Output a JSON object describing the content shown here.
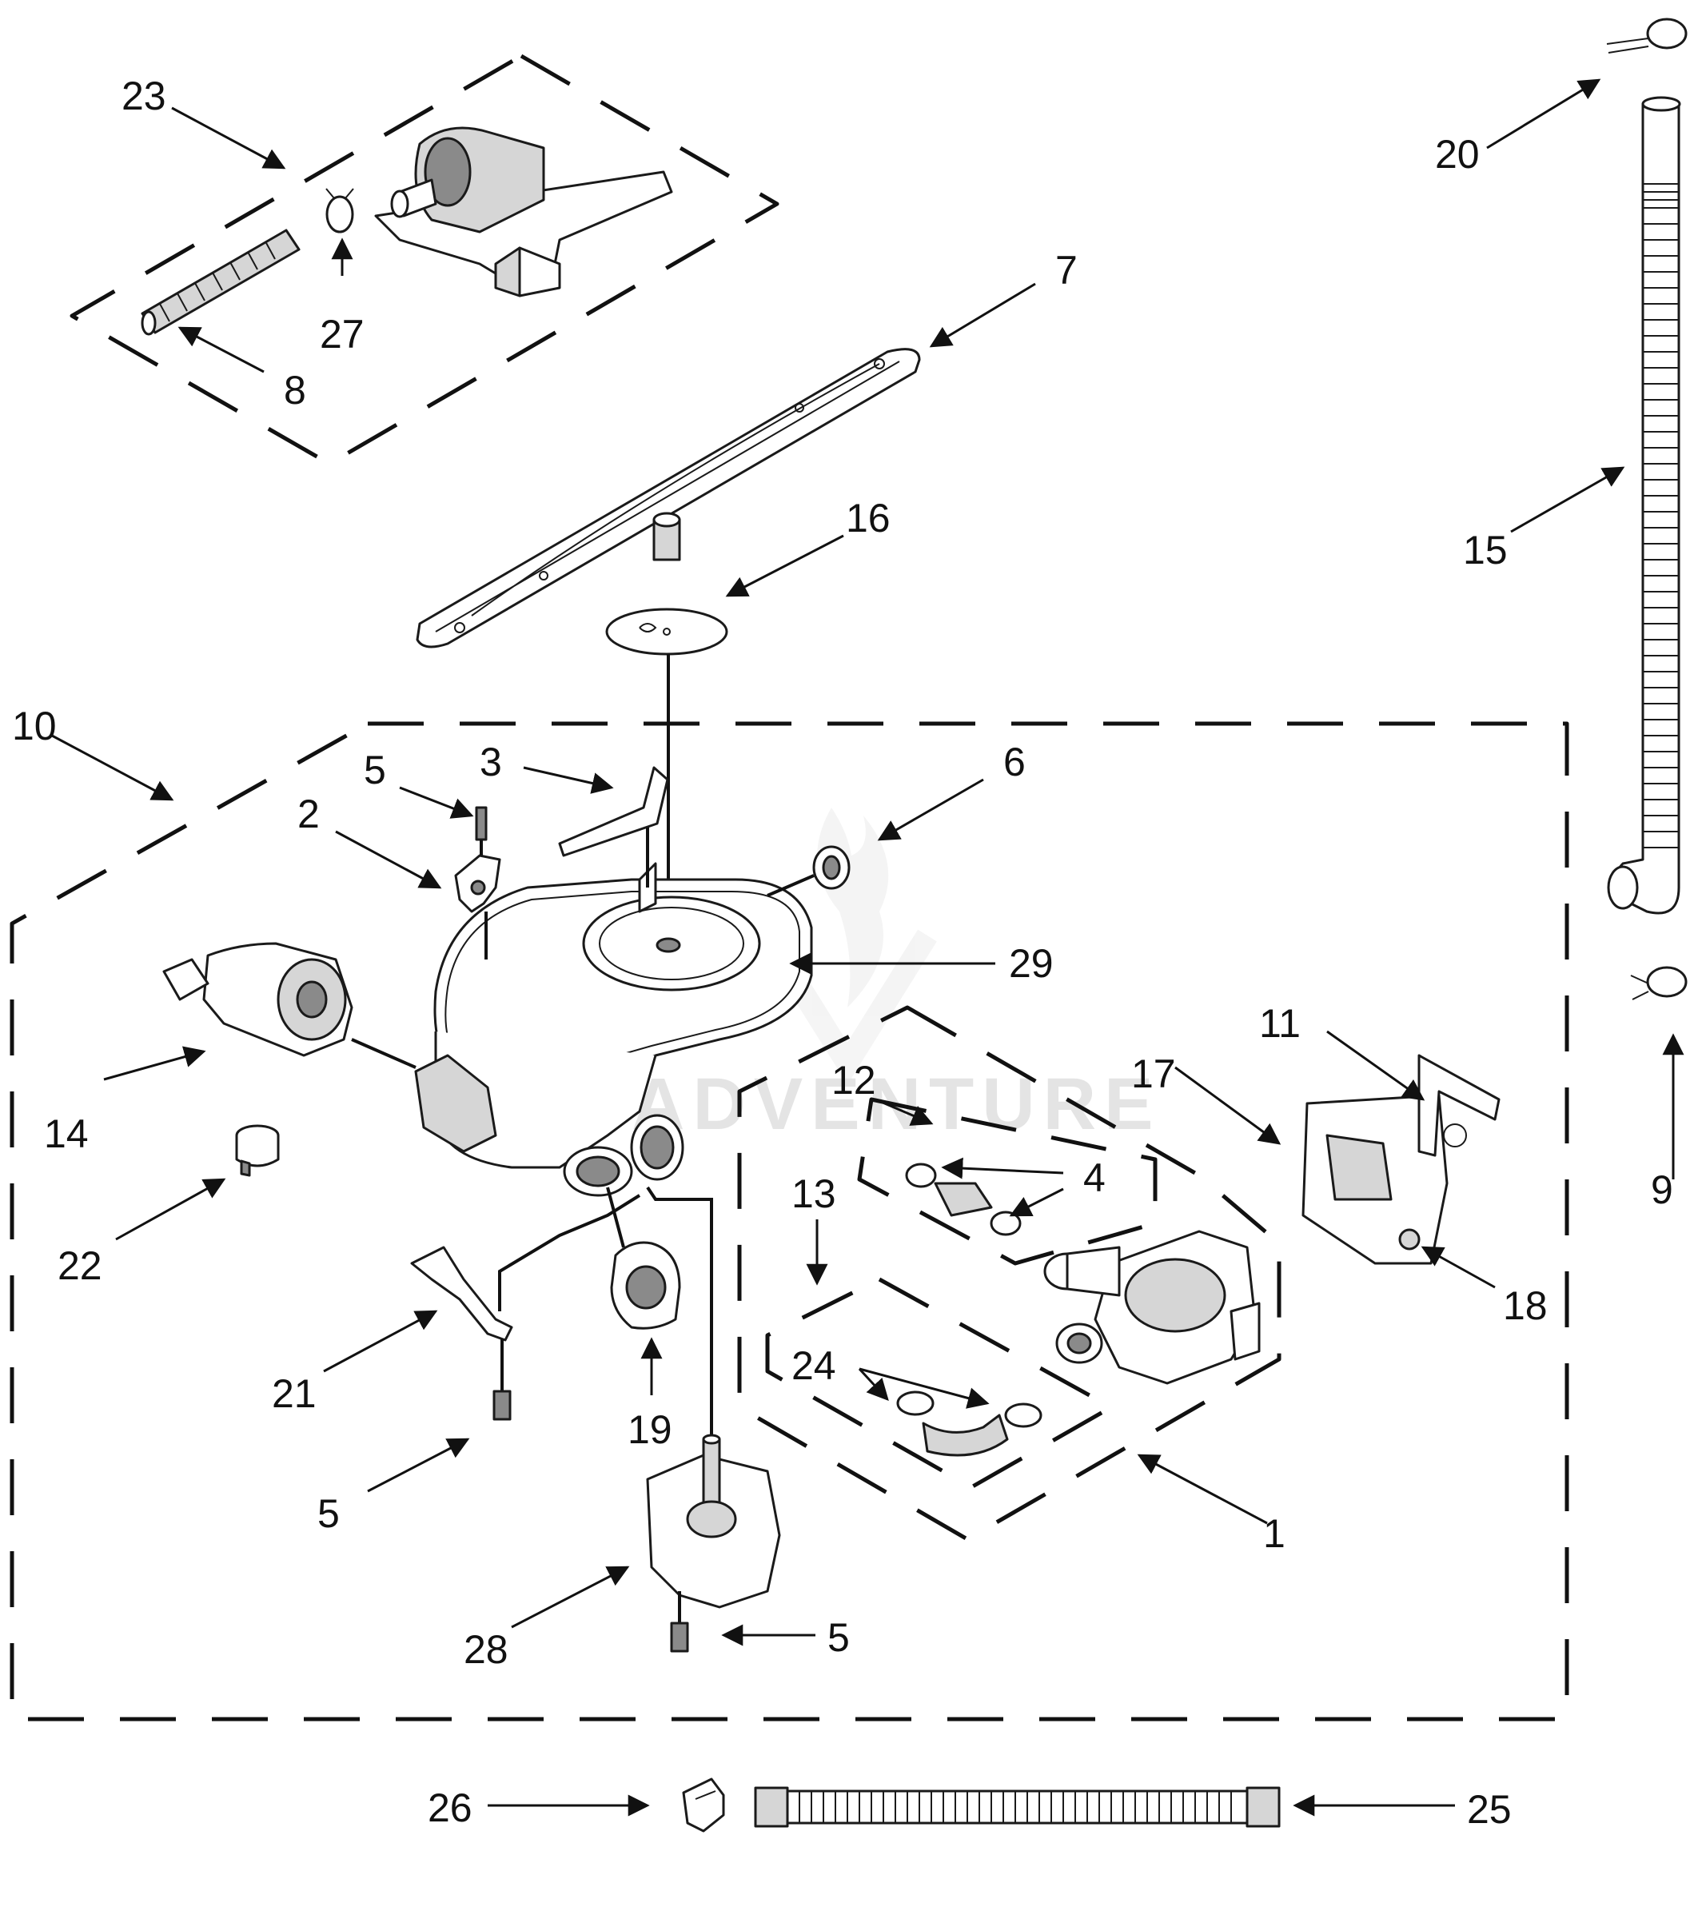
{
  "diagram": {
    "watermark": "ADVENTURE",
    "callouts": {
      "c1": "1",
      "c2": "2",
      "c3": "3",
      "c4": "4",
      "c5a": "5",
      "c5b": "5",
      "c5c": "5",
      "c6": "6",
      "c7": "7",
      "c8": "8",
      "c9": "9",
      "c10": "10",
      "c11": "11",
      "c12": "12",
      "c13": "13",
      "c14": "14",
      "c15": "15",
      "c16": "16",
      "c17": "17",
      "c18": "18",
      "c19": "19",
      "c20": "20",
      "c21": "21",
      "c22": "22",
      "c23": "23",
      "c24": "24",
      "c25": "25",
      "c26": "26",
      "c27": "27",
      "c28": "28",
      "c29": "29"
    }
  }
}
